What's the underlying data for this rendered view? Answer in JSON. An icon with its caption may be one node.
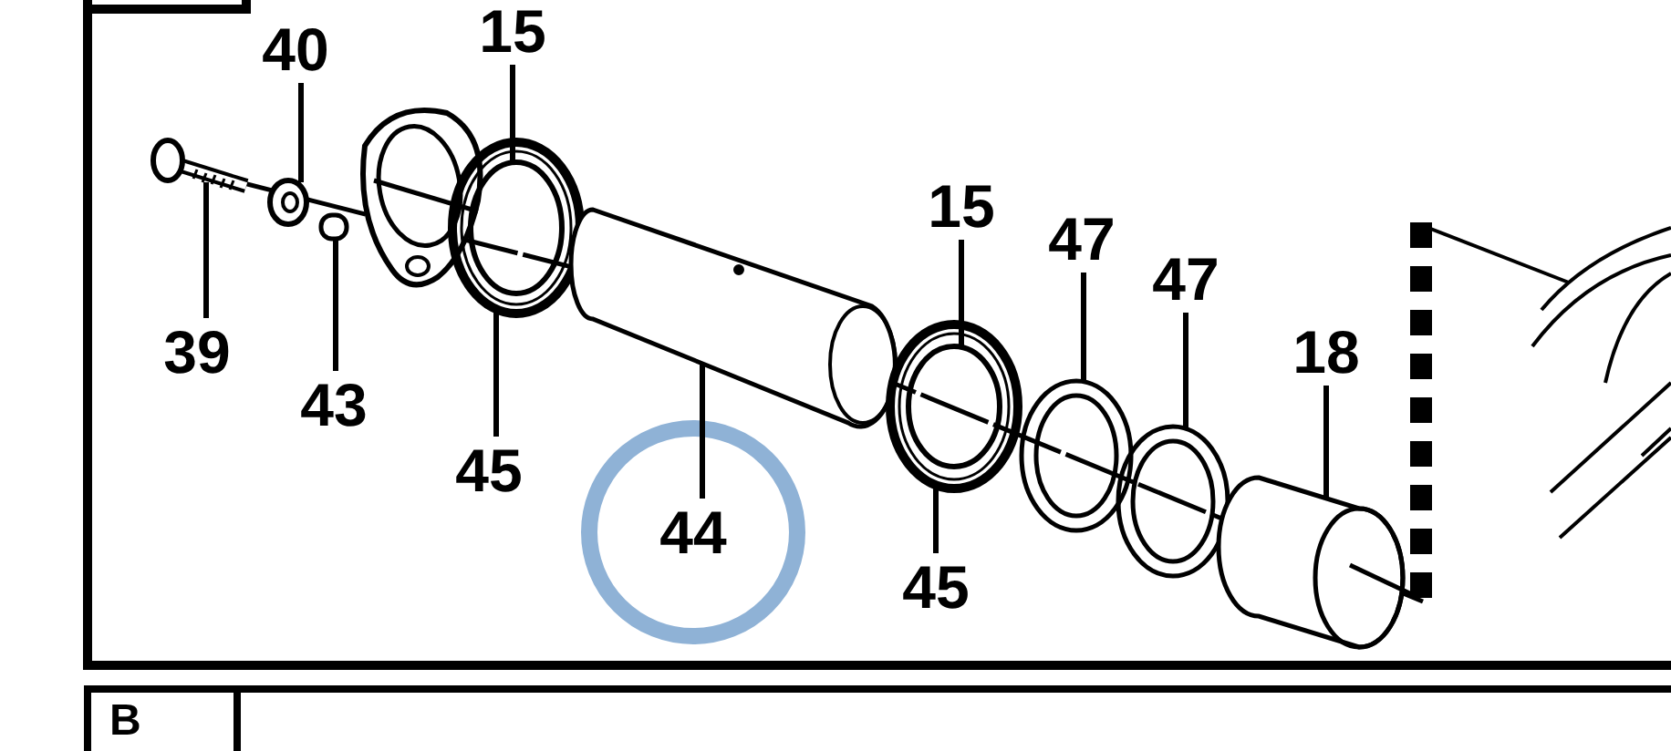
{
  "diagram": {
    "nodes": [
      {
        "text": [
          "40"
        ]
      },
      {
        "text": [
          "15"
        ]
      },
      {
        "text": [
          "39"
        ]
      },
      {
        "text": [
          "43"
        ]
      },
      {
        "text": [
          "45"
        ]
      },
      {
        "text": [
          "44"
        ]
      },
      {
        "text": [
          "15"
        ]
      },
      {
        "text": [
          "47"
        ]
      },
      {
        "text": [
          "47"
        ]
      },
      {
        "text": [
          "18"
        ]
      },
      {
        "text": [
          "45"
        ]
      },
      {
        "text": [],
        "shape": "picture"
      },
      {
        "text": [],
        "shape": "picture"
      },
      {
        "text": [],
        "shape": "picture"
      },
      {
        "text": [],
        "shape": "picture"
      },
      {
        "text": [],
        "shape": "picture"
      },
      {
        "text": [],
        "shape": "picture"
      },
      {
        "text": [],
        "shape": "picture"
      },
      {
        "text": [],
        "shape": "picture"
      },
      {
        "text": [],
        "shape": "picture"
      }
    ],
    "edges": [
      {
        "from": 0,
        "to": 12,
        "arrow": "none"
      },
      {
        "from": 1,
        "to": 14,
        "arrow": "none"
      },
      {
        "from": 2,
        "to": 11,
        "arrow": "none"
      },
      {
        "from": 3,
        "to": 13,
        "arrow": "none"
      },
      {
        "from": 4,
        "to": 14,
        "arrow": "none"
      },
      {
        "from": 5,
        "to": 15,
        "arrow": "none"
      },
      {
        "from": 6,
        "to": 16,
        "arrow": "none"
      },
      {
        "from": 7,
        "to": 17,
        "arrow": "none"
      },
      {
        "from": 8,
        "to": 18,
        "arrow": "none"
      },
      {
        "from": 9,
        "to": 19,
        "arrow": "none"
      },
      {
        "from": 10,
        "to": 16,
        "arrow": "none"
      }
    ],
    "labels": [
      "B"
    ]
  }
}
